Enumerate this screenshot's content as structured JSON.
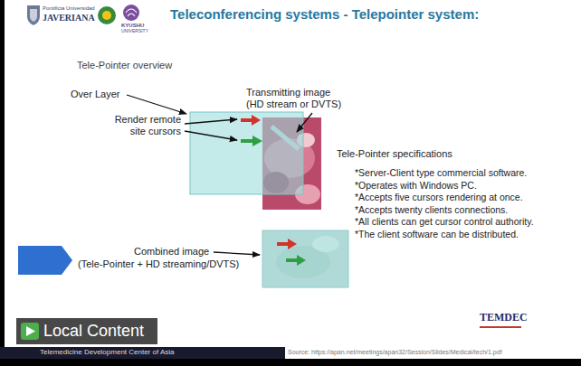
{
  "diagram": {
    "title": "Teleconferencing systems - Telepointer system:",
    "nodes": [
      {
        "text": [
          "Local Content"
        ]
      }
    ],
    "labels": [
      "Pontificia Universidad",
      "JAVERIANA",
      "KYUSHU",
      "UNIVERSITY",
      "Tele-Pointer overview",
      "Over Layer",
      "Render remote site cursors",
      "Transmitting image (HD stream or DVTS)",
      "Tele-Pointer specifications",
      "*Server-Client type commercial software.",
      "*Operates with Windows PC.",
      "*Accepts five cursors rendering at once.",
      "*Accepts twenty clients connections.",
      "*All clients can get cursor control authority.",
      "*The client software can be distributed.",
      "Combined image",
      "(Tele-Pointer + HD streaming/DVTS)",
      "TEMDEC",
      "Telemedicine Development Center of Asia",
      "Source: https://apan.net/meetings/apan32/Session/Slides/Medical/tech/1.pdf"
    ]
  }
}
